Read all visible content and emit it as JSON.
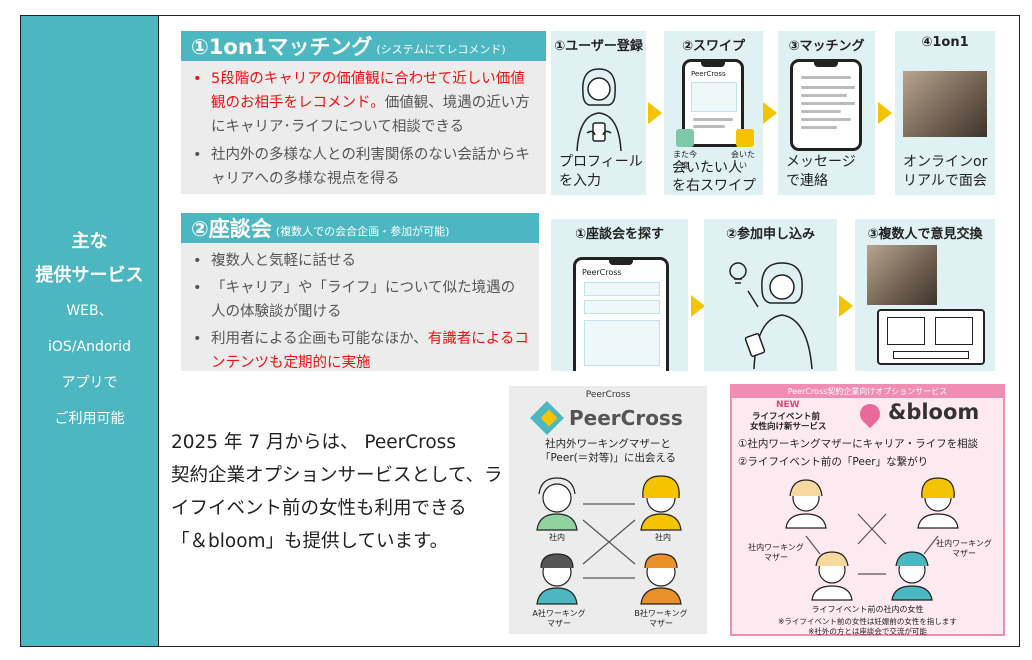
{
  "left_panel": {
    "title_line1": "主な",
    "title_line2": "提供サービス",
    "sub_line1": "WEB、",
    "sub_line2": "iOS/Andorid",
    "sub_line3": "アプリで",
    "sub_line4": "ご利用可能"
  },
  "section1": {
    "title": "①1on1マッチング",
    "subtitle": "(システムにてレコメンド)",
    "bullet1_red": "5段階のキャリアの価値観に合わせて近しい価値観のお相手をレコメンド。",
    "bullet1_rest": "価値観、境遇の近い方にキャリア･ライフについて相談できる",
    "bullet2": "社内外の多様な人との利害関係のない会話からキャリアへの多様な視点を得る",
    "steps": [
      {
        "title": "①ユーザー登録",
        "caption1": "プロフィール",
        "caption2": "を入力"
      },
      {
        "title": "②スワイプ",
        "caption1": "会いたい人",
        "caption2": "を右スワイプ",
        "app": "PeerCross",
        "left_label": "また今度",
        "right_label": "会いたい"
      },
      {
        "title": "③マッチング",
        "caption1": "メッセージ",
        "caption2": "で連絡"
      },
      {
        "title": "④1on1",
        "caption1": "オンラインor",
        "caption2": "リアルで面会"
      }
    ]
  },
  "section2": {
    "title": "②座談会",
    "subtitle": "(複数人での会合企画・参加が可能)",
    "bullet1": "複数人と気軽に話せる",
    "bullet2": "「キャリア」や「ライフ」について似た境遇の人の体験談が聞ける",
    "bullet3_plain": "利用者による企画も可能なほか、",
    "bullet3_red": "有識者によるコンテンツも定期的に実施",
    "steps": [
      {
        "title": "①座談会を探す",
        "app": "PeerCross"
      },
      {
        "title": "②参加申し込み"
      },
      {
        "title": "③複数人で意見交換"
      }
    ]
  },
  "info": {
    "line1": "2025 年 7 月からは、 PeerCross",
    "line2": "契約企業オプションサービスとして、ラ",
    "line3": "イフイベント前の女性も利用できる",
    "line4": "「＆bloom」も提供しています。"
  },
  "peercross_card": {
    "header": "PeerCross",
    "logo": "PeerCross",
    "desc1": "社内外ワーキングマザーと",
    "desc2": "「Peer(＝対等)」に出会える",
    "label_in1": "社内",
    "label_in2": "社内",
    "label_a1": "A社ワーキング",
    "label_a2": "マザー",
    "label_b1": "B社ワーキング",
    "label_b2": "マザー"
  },
  "bloom_card": {
    "header": "PeerCross契約企業向けオプションサービス",
    "new": "NEW",
    "tag1": "ライフイベント前",
    "tag2": "女性向け新サービス",
    "logo": "&bloom",
    "point1": "①社内ワーキングマザーにキャリア・ライフを相談",
    "point2": "②ライフイベント前の「Peer」な繋がり",
    "left_label1": "社内ワーキング",
    "left_label2": "マザー",
    "right_label1": "社内ワーキング",
    "right_label2": "マザー",
    "bottom_label": "ライフイベント前の社内の女性",
    "note1": "※ライフイベント前の女性は妊娠前の女性を指します",
    "note2": "※社外の方とは座談会で交流が可能"
  },
  "colors": {
    "teal": "#4cb7c0",
    "light_teal": "#dff1f3",
    "yellow_arrow": "#f5c400",
    "red_text": "#e11111",
    "pink": "#f08db2"
  }
}
